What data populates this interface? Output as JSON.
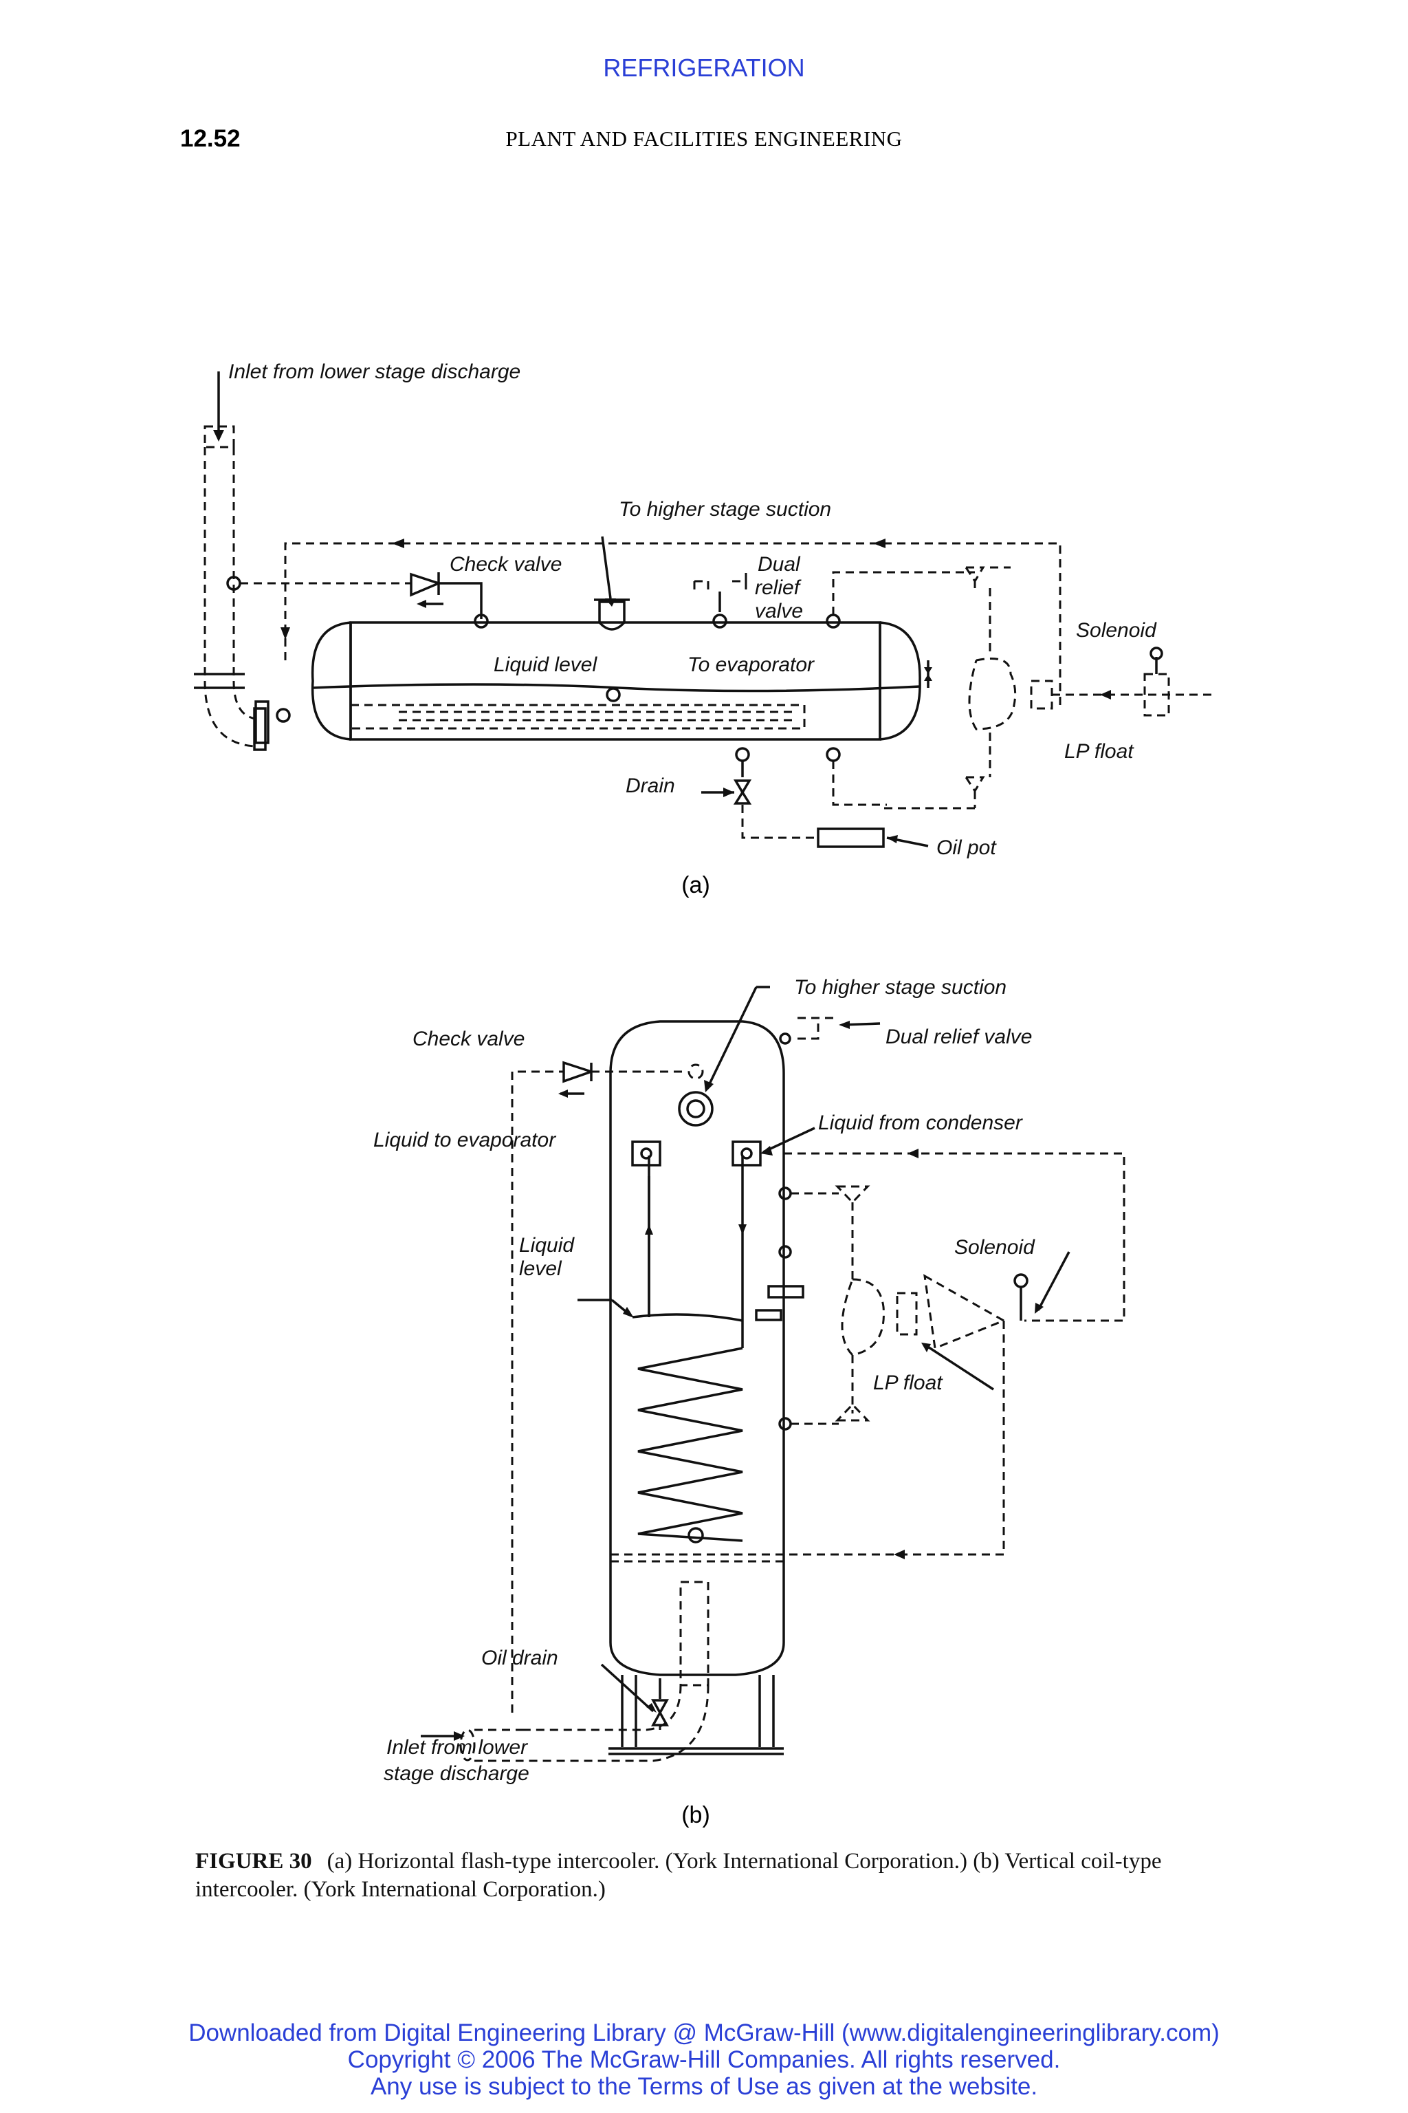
{
  "header": {
    "section_title": "REFRIGERATION",
    "page_number": "12.52",
    "running_head": "PLANT AND FACILITIES ENGINEERING"
  },
  "figure_a": {
    "panel_label": "(a)",
    "labels": {
      "inlet": "Inlet from lower stage discharge",
      "to_higher_stage": "To higher stage suction",
      "check_valve": "Check valve",
      "dual": "Dual",
      "relief": "relief",
      "valve": "valve",
      "liquid_level": "Liquid level",
      "to_evaporator": "To evaporator",
      "solenoid": "Solenoid",
      "lp_float": "LP float",
      "drain": "Drain",
      "oil_pot": "Oil pot"
    }
  },
  "figure_b": {
    "panel_label": "(b)",
    "labels": {
      "to_higher_stage": "To higher stage suction",
      "check_valve": "Check valve",
      "dual_relief": "Dual relief valve",
      "liquid_to_evaporator": "Liquid to evaporator",
      "liquid_from_condenser": "Liquid from condenser",
      "liquid": "Liquid",
      "level": "level",
      "solenoid": "Solenoid",
      "lp_float": "LP float",
      "oil_drain": "Oil drain",
      "inlet_line1": "Inlet from lower",
      "inlet_line2": "stage discharge"
    }
  },
  "caption": {
    "label": "FIGURE 30",
    "text": "(a) Horizontal flash-type intercooler. (York International Corporation.) (b) Vertical coil-type intercooler. (York International Corporation.)"
  },
  "footer": {
    "line1": "Downloaded from Digital Engineering Library @ McGraw-Hill (www.digitalengineeringlibrary.com)",
    "line2": "Copyright © 2006 The McGraw-Hill Companies. All rights reserved.",
    "line3": "Any use is subject to the Terms of Use as given at the website."
  }
}
